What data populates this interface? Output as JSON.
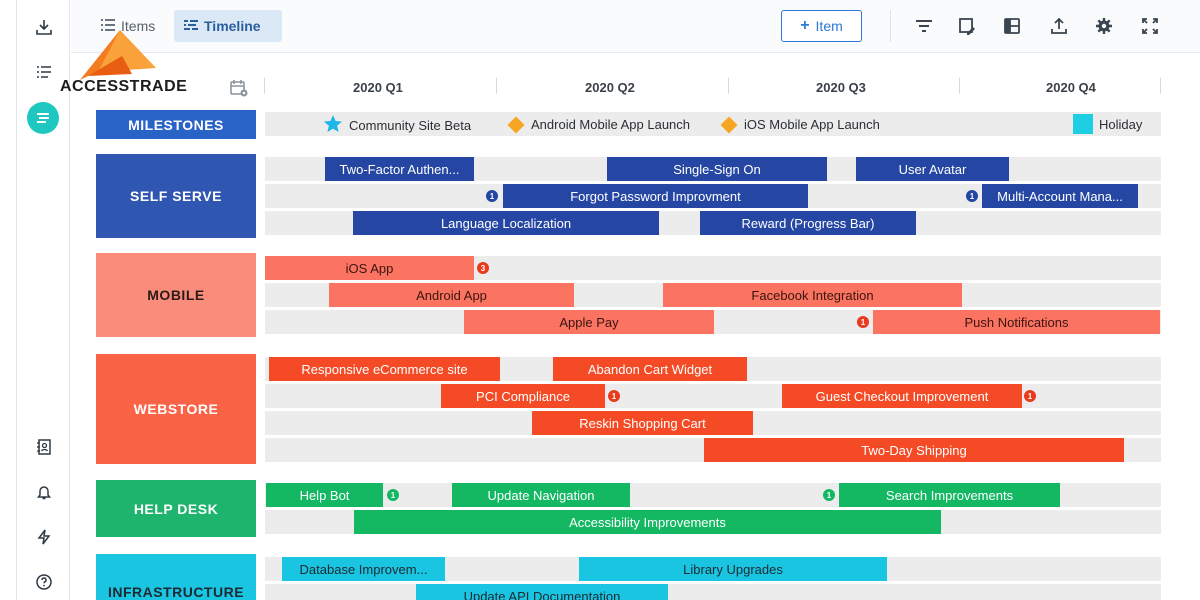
{
  "toolbar": {
    "view_items": "Items",
    "view_timeline": "Timeline",
    "add_item": "Item"
  },
  "brand": {
    "name": "ACCESSTRADE"
  },
  "quarters": [
    "2020 Q1",
    "2020 Q2",
    "2020 Q3",
    "2020 Q4"
  ],
  "milestones": {
    "label": "MILESTONES",
    "color": "#2a63c8",
    "items": [
      {
        "label": "Community Site Beta",
        "icon": "star-icon"
      },
      {
        "label": "Android Mobile App Launch",
        "icon": "diamond-icon"
      },
      {
        "label": "iOS Mobile App Launch",
        "icon": "diamond-icon"
      },
      {
        "label": "Holiday",
        "icon": "square-icon"
      }
    ]
  },
  "groups": [
    {
      "label": "SELF SERVE",
      "color": "#2f56b0",
      "bar_color": "#2547a3",
      "bars": [
        {
          "label": "Two-Factor Authen..."
        },
        {
          "label": "Single-Sign On"
        },
        {
          "label": "User Avatar"
        },
        {
          "label": "Forgot Password Improvment",
          "badge": "1"
        },
        {
          "label": "Multi-Account Mana...",
          "badge": "1"
        },
        {
          "label": "Language Localization"
        },
        {
          "label": "Reward (Progress Bar)"
        }
      ]
    },
    {
      "label": "MOBILE",
      "color": "#fa8c7c",
      "bar_color": "#fb7361",
      "bars": [
        {
          "label": "iOS App",
          "badge": "3"
        },
        {
          "label": "Android App"
        },
        {
          "label": "Facebook Integration"
        },
        {
          "label": "Apple Pay"
        },
        {
          "label": "Push Notifications",
          "badge": "1"
        }
      ]
    },
    {
      "label": "WEBSTORE",
      "color": "#fb6346",
      "bar_color": "#f44b26",
      "bars": [
        {
          "label": "Responsive eCommerce site"
        },
        {
          "label": "Abandon Cart Widget"
        },
        {
          "label": "PCI Compliance",
          "badge": "1"
        },
        {
          "label": "Guest Checkout Improvement",
          "badge": "1"
        },
        {
          "label": "Reskin Shopping Cart"
        },
        {
          "label": "Two-Day Shipping"
        }
      ]
    },
    {
      "label": "HELP DESK",
      "color": "#1fb46e",
      "bar_color": "#14b863",
      "bars": [
        {
          "label": "Help Bot",
          "badge": "1"
        },
        {
          "label": "Update Navigation"
        },
        {
          "label": "Search Improvements",
          "badge": "1"
        },
        {
          "label": "Accessibility Improvements"
        }
      ]
    },
    {
      "label": "INFRASTRUCTURE",
      "color": "#19c5e0",
      "bar_color": "#19c5e0",
      "bars": [
        {
          "label": "Database Improvem..."
        },
        {
          "label": "Library Upgrades"
        },
        {
          "label": "Update API Documentation"
        }
      ]
    }
  ],
  "badge_color": "#e83a1c",
  "badge_color_green": "#14b863",
  "badge_color_blue": "#2547a3"
}
